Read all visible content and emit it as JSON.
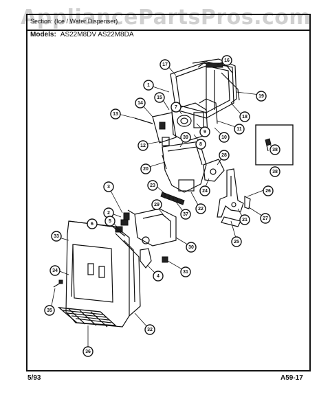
{
  "watermark": "AppliancePartsPros.com",
  "header": {
    "section_label": "Section: (Ice / Water Dispenser)",
    "models_label": "Models:",
    "models_value": "AS22M8DV   AS22M8DA"
  },
  "footer": {
    "date": "5/93",
    "page_code": "A59-17"
  },
  "callouts": [
    "1",
    "2",
    "3",
    "4",
    "5",
    "6",
    "7",
    "8",
    "9",
    "10",
    "11",
    "12",
    "13",
    "14",
    "15",
    "16",
    "17",
    "18",
    "19",
    "20",
    "21",
    "22",
    "23",
    "24",
    "25",
    "26",
    "27",
    "28",
    "29",
    "30",
    "31",
    "32",
    "33",
    "34",
    "35",
    "36",
    "37",
    "38",
    "39"
  ],
  "callout_38_box": "38"
}
